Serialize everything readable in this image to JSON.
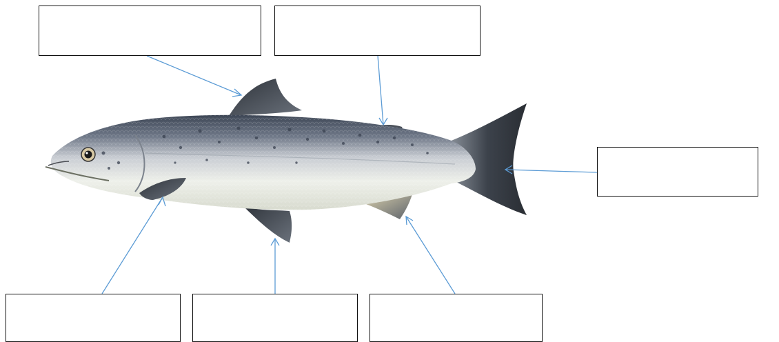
{
  "diagram": {
    "label_boxes": [
      {
        "id": "box-top-left",
        "text": ""
      },
      {
        "id": "box-top-middle",
        "text": ""
      },
      {
        "id": "box-right",
        "text": ""
      },
      {
        "id": "box-bottom-left",
        "text": ""
      },
      {
        "id": "box-bottom-mid",
        "text": ""
      },
      {
        "id": "box-bottom-right",
        "text": ""
      }
    ],
    "colors": {
      "arrow": "#5b9bd5",
      "box_border": "#111111",
      "fish_back": "#4d5766",
      "fish_belly": "#eef0ea",
      "fin_dark": "#3b4048"
    }
  }
}
